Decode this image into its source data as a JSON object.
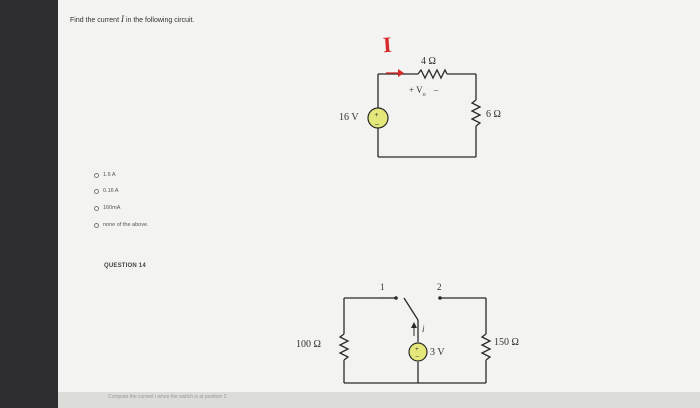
{
  "question13": {
    "prompt": "Find the current",
    "variable": "I",
    "prompt_suffix": "in the following circuit.",
    "options": [
      {
        "label": "1.6 A"
      },
      {
        "label": "0.16 A"
      },
      {
        "label": "160mA"
      },
      {
        "label": "none of the above."
      }
    ]
  },
  "circuit1": {
    "current_label": "I",
    "resistor_top": "4 Ω",
    "voltage_label": "+  V",
    "voltage_sub": "o",
    "voltage_minus": "–",
    "source": "16 V",
    "resistor_right": "6 Ω"
  },
  "question14": {
    "heading": "QUESTION 14",
    "bottom_prompt": "Compute the current i when the switch is at position 2."
  },
  "circuit2": {
    "resistor_left": "100 Ω",
    "switch_pos1": "1",
    "switch_pos2": "2",
    "current_label": "i",
    "source": "3 V",
    "resistor_right": "150 Ω"
  },
  "colors": {
    "sheet": "#f3f3f1",
    "wire": "#2a2a2a",
    "source_fill": "#e4e87a",
    "current_red": "#d62a2a",
    "background": "#2e2e30"
  }
}
